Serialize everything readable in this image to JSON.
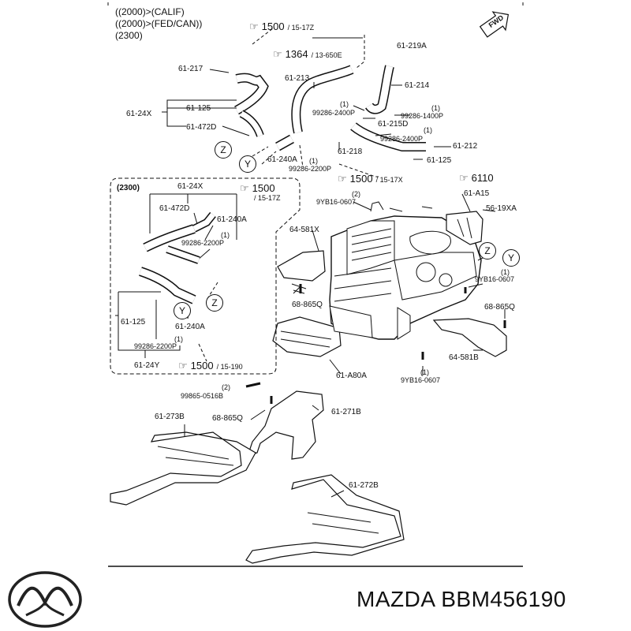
{
  "notes": [
    "((2000)>(CALIF)",
    "((2000)>(FED/CAN))",
    "(2300)"
  ],
  "fwd": "FWD",
  "inset_title": "(2300)",
  "refs": [
    {
      "num": "1500",
      "sub": "/ 15-17Z"
    },
    {
      "num": "1364",
      "sub": "/ 13-650E"
    },
    {
      "num": "1500",
      "sub": "/ 15-17X"
    },
    {
      "num": "6110",
      "sub": ""
    },
    {
      "num": "1500",
      "sub": "/ 15-17Z"
    },
    {
      "num": "1500",
      "sub": "/ 15-190"
    }
  ],
  "labels": {
    "l61_217": "61-217",
    "l61_213": "61-213",
    "l61_219A": "61-219A",
    "l61_214": "61-214",
    "l61_24X": "61-24X",
    "l61_125a": "61-125",
    "l61_472D": "61-472D",
    "q1a": "(1)",
    "l99286_2400P": "99286-2400P",
    "q1b": "(1)",
    "l99286_1400P": "99286-1400P",
    "l61_215D": "61-215D",
    "q1c": "(1)",
    "l99286_2400Pb": "99286-2400P",
    "l61_212": "61-212",
    "l61_218": "61-218",
    "l61_240A": "61-240A",
    "q1d": "(1)",
    "l99286_2200P": "99286-2200P",
    "l61_125b": "61-125",
    "q2a": "(2)",
    "l9YB16_0607a": "9YB16-0607",
    "l61_A15": "61-A15",
    "l56_19XA": "56-19XA",
    "l64_581X": "64-581X",
    "q1e": "(1)",
    "l9YB16_0607b": "9YB16-0607",
    "l68_865Qa": "68-865Q",
    "l68_865Qb": "68-865Q",
    "l64_581B": "64-581B",
    "l61_A80A": "61-A80A",
    "q1f": "(1)",
    "l9YB16_0607c": "9YB16-0607",
    "q2b": "(2)",
    "l99865_0516B": "99865-0516B",
    "l68_865Qc": "68-865Q",
    "l61_273B": "61-273B",
    "l61_271B": "61-271B",
    "l61_272B": "61-272B",
    "i61_24X": "61-24X",
    "i61_472D": "61-472D",
    "i61_240A": "61-240A",
    "iq1a": "(1)",
    "i99286_2200P": "99286-2200P",
    "i61_125": "61-125",
    "i61_240Ab": "61-240A",
    "iq1b": "(1)",
    "i99286_2200Pb": "99286-2200P",
    "i61_24Y": "61-24Y"
  },
  "markers": {
    "z": "Z",
    "y": "Y"
  },
  "brand": {
    "text": "MAZDA BBM456190"
  }
}
